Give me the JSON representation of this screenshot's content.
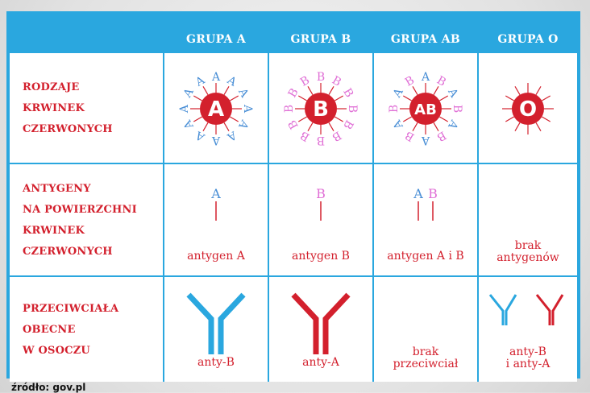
{
  "headers": [
    "GRUPA A",
    "GRUPA B",
    "GRUPA AB",
    "GRUPA O"
  ],
  "rows": [
    {
      "label": [
        "RODZAJE",
        "KRWINEK",
        "CZERWONYCH"
      ]
    },
    {
      "label": [
        "ANTYGENY",
        "NA POWIERZCHNI",
        "KRWINEK",
        "CZERWONYCH"
      ]
    },
    {
      "label": [
        "PRZECIWCIAŁA",
        "OBECNE",
        "W OSOCZU"
      ]
    }
  ],
  "cells": {
    "cells_letters": [
      "A",
      "B",
      "AB",
      "O"
    ],
    "antigen_letters": {
      "a": "A",
      "b": "B"
    },
    "antigen_captions": [
      "antygen A",
      "antygen B",
      "antygen A i B",
      "brak",
      "antygenów"
    ],
    "antibody_captions": [
      "anty-B",
      "anty-A",
      "brak",
      "przeciwciał",
      "anty-B",
      "i anty-A"
    ]
  },
  "colors": {
    "header_bg": "#2aa7df",
    "red": "#d3202d",
    "antigen_a": "#4a8fd6",
    "antigen_b": "#e070d6",
    "antibody_blue": "#2aa7df",
    "antibody_red": "#d3202d"
  },
  "source": "źródło: gov.pl"
}
